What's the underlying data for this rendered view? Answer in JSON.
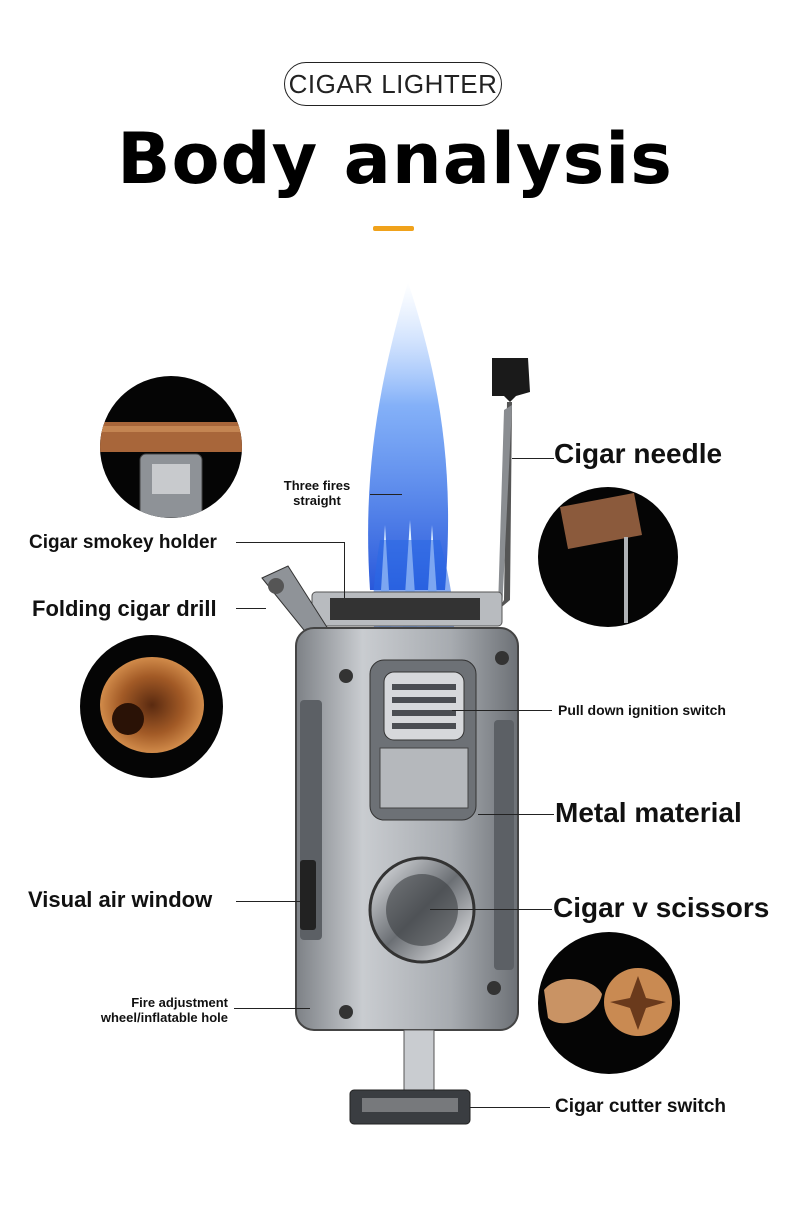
{
  "header": {
    "badge": "CIGAR LIGHTER",
    "title": "Body analysis",
    "accent_color": "#f0a21b"
  },
  "labels": {
    "three_fires": "Three fires\nstraight",
    "cigar_needle": "Cigar needle",
    "smokey_holder": "Cigar smokey holder",
    "folding_drill": "Folding cigar drill",
    "ignition_switch": "Pull down ignition switch",
    "metal_material": "Metal material",
    "air_window": "Visual air window",
    "v_scissors": "Cigar v scissors",
    "fire_adjust": "Fire adjustment\nwheel/inflatable hole",
    "cutter_switch": "Cigar cutter switch"
  },
  "colors": {
    "flame_blue": "#2f6fe0",
    "metal": "#9a9ea3",
    "dark_metal": "#4a4d52",
    "circle_bg": "#050505"
  }
}
